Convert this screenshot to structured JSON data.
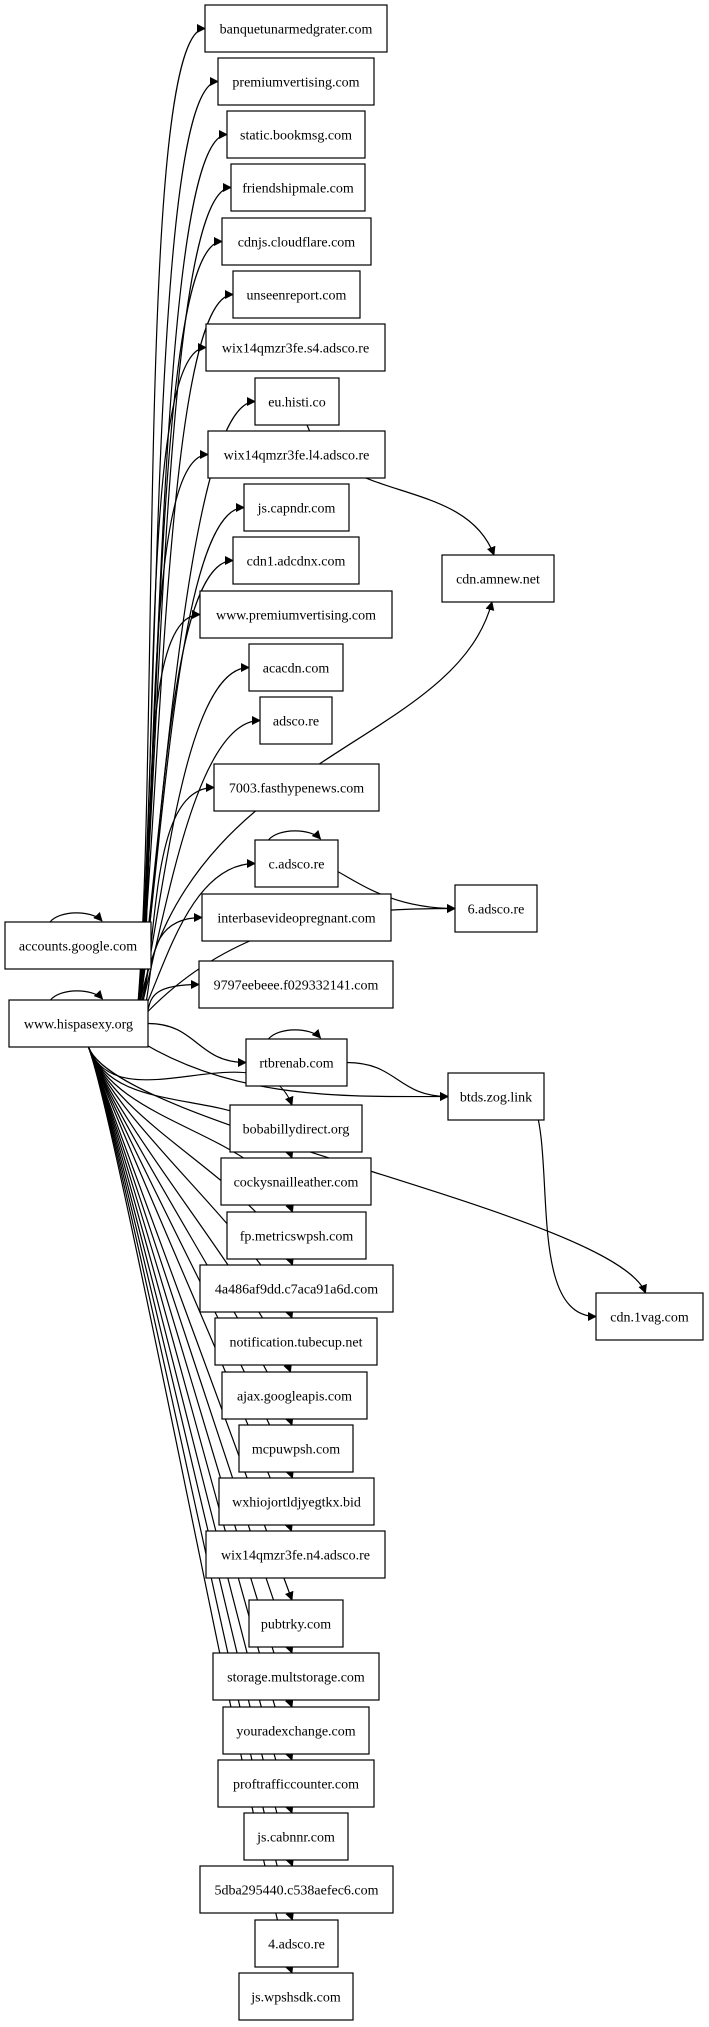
{
  "graph": {
    "nodes": [
      {
        "id": "banquetunarmedgrater",
        "label": "banquetunarmedgrater.com"
      },
      {
        "id": "premiumvertising",
        "label": "premiumvertising.com"
      },
      {
        "id": "static_bookmsg",
        "label": "static.bookmsg.com"
      },
      {
        "id": "friendshipmale",
        "label": "friendshipmale.com"
      },
      {
        "id": "cdnjs_cloudflare",
        "label": "cdnjs.cloudflare.com"
      },
      {
        "id": "unseenreport",
        "label": "unseenreport.com"
      },
      {
        "id": "wix_s4",
        "label": "wix14qmzr3fe.s4.adsco.re"
      },
      {
        "id": "eu_histi",
        "label": "eu.histi.co"
      },
      {
        "id": "wix_l4",
        "label": "wix14qmzr3fe.l4.adsco.re"
      },
      {
        "id": "js_capndr",
        "label": "js.capndr.com"
      },
      {
        "id": "cdn1_adcdnx",
        "label": "cdn1.adcdnx.com"
      },
      {
        "id": "www_premiumvertising",
        "label": "www.premiumvertising.com"
      },
      {
        "id": "acacdn",
        "label": "acacdn.com"
      },
      {
        "id": "adsco_re",
        "label": "adsco.re"
      },
      {
        "id": "fasthypenews",
        "label": "7003.fasthypenews.com"
      },
      {
        "id": "c_adsco",
        "label": "c.adsco.re"
      },
      {
        "id": "interbasevideopregnant",
        "label": "interbasevideopregnant.com"
      },
      {
        "id": "eebeee",
        "label": "9797eebeee.f029332141.com"
      },
      {
        "id": "accounts_google",
        "label": "accounts.google.com"
      },
      {
        "id": "www_hispasexy",
        "label": "www.hispasexy.org"
      },
      {
        "id": "rtbrenab",
        "label": "rtbrenab.com"
      },
      {
        "id": "bobabillydirect",
        "label": "bobabillydirect.org"
      },
      {
        "id": "cockysnailleather",
        "label": "cockysnailleather.com"
      },
      {
        "id": "fp_metricswpsh",
        "label": "fp.metricswpsh.com"
      },
      {
        "id": "a486af9dd",
        "label": "4a486af9dd.c7aca91a6d.com"
      },
      {
        "id": "notification_tubecup",
        "label": "notification.tubecup.net"
      },
      {
        "id": "ajax_googleapis",
        "label": "ajax.googleapis.com"
      },
      {
        "id": "mcpuwpsh",
        "label": "mcpuwpsh.com"
      },
      {
        "id": "wxhiojortldjyegtkx",
        "label": "wxhiojortldjyegtkx.bid"
      },
      {
        "id": "wix_n4",
        "label": "wix14qmzr3fe.n4.adsco.re"
      },
      {
        "id": "pubtrky",
        "label": "pubtrky.com"
      },
      {
        "id": "storage_multstorage",
        "label": "storage.multstorage.com"
      },
      {
        "id": "youradexchange",
        "label": "youradexchange.com"
      },
      {
        "id": "proftrafficcounter",
        "label": "proftrafficcounter.com"
      },
      {
        "id": "js_cabnnr",
        "label": "js.cabnnr.com"
      },
      {
        "id": "dba295440",
        "label": "5dba295440.c538aefec6.com"
      },
      {
        "id": "adsco_4",
        "label": "4.adsco.re"
      },
      {
        "id": "js_wpshsdk",
        "label": "js.wpshsdk.com"
      },
      {
        "id": "cdn_amnew",
        "label": "cdn.amnew.net"
      },
      {
        "id": "adsco_6",
        "label": "6.adsco.re"
      },
      {
        "id": "btds_zog",
        "label": "btds.zog.link"
      },
      {
        "id": "cdn_1vag",
        "label": "cdn.1vag.com"
      }
    ],
    "edges": [
      {
        "from": "www_hispasexy",
        "to": "banquetunarmedgrater"
      },
      {
        "from": "www_hispasexy",
        "to": "premiumvertising"
      },
      {
        "from": "www_hispasexy",
        "to": "static_bookmsg"
      },
      {
        "from": "www_hispasexy",
        "to": "friendshipmale"
      },
      {
        "from": "www_hispasexy",
        "to": "cdnjs_cloudflare"
      },
      {
        "from": "www_hispasexy",
        "to": "unseenreport"
      },
      {
        "from": "www_hispasexy",
        "to": "wix_s4"
      },
      {
        "from": "www_hispasexy",
        "to": "eu_histi"
      },
      {
        "from": "www_hispasexy",
        "to": "wix_l4"
      },
      {
        "from": "www_hispasexy",
        "to": "js_capndr"
      },
      {
        "from": "www_hispasexy",
        "to": "cdn1_adcdnx"
      },
      {
        "from": "www_hispasexy",
        "to": "www_premiumvertising"
      },
      {
        "from": "www_hispasexy",
        "to": "acacdn"
      },
      {
        "from": "www_hispasexy",
        "to": "adsco_re"
      },
      {
        "from": "www_hispasexy",
        "to": "cdn_amnew"
      },
      {
        "from": "www_hispasexy",
        "to": "fasthypenews"
      },
      {
        "from": "www_hispasexy",
        "to": "c_adsco"
      },
      {
        "from": "www_hispasexy",
        "to": "interbasevideopregnant"
      },
      {
        "from": "www_hispasexy",
        "to": "adsco_6"
      },
      {
        "from": "www_hispasexy",
        "to": "eebeee"
      },
      {
        "from": "www_hispasexy",
        "to": "www_hispasexy"
      },
      {
        "from": "www_hispasexy",
        "to": "rtbrenab"
      },
      {
        "from": "www_hispasexy",
        "to": "btds_zog"
      },
      {
        "from": "www_hispasexy",
        "to": "bobabillydirect"
      },
      {
        "from": "www_hispasexy",
        "to": "cockysnailleather"
      },
      {
        "from": "www_hispasexy",
        "to": "fp_metricswpsh"
      },
      {
        "from": "www_hispasexy",
        "to": "a486af9dd"
      },
      {
        "from": "www_hispasexy",
        "to": "notification_tubecup"
      },
      {
        "from": "www_hispasexy",
        "to": "ajax_googleapis"
      },
      {
        "from": "www_hispasexy",
        "to": "mcpuwpsh"
      },
      {
        "from": "www_hispasexy",
        "to": "wxhiojortldjyegtkx"
      },
      {
        "from": "www_hispasexy",
        "to": "cdn_1vag"
      },
      {
        "from": "www_hispasexy",
        "to": "wix_n4"
      },
      {
        "from": "www_hispasexy",
        "to": "pubtrky"
      },
      {
        "from": "www_hispasexy",
        "to": "storage_multstorage"
      },
      {
        "from": "www_hispasexy",
        "to": "youradexchange"
      },
      {
        "from": "www_hispasexy",
        "to": "proftrafficcounter"
      },
      {
        "from": "www_hispasexy",
        "to": "js_cabnnr"
      },
      {
        "from": "www_hispasexy",
        "to": "dba295440"
      },
      {
        "from": "www_hispasexy",
        "to": "adsco_4"
      },
      {
        "from": "www_hispasexy",
        "to": "js_wpshsdk"
      },
      {
        "from": "accounts_google",
        "to": "accounts_google"
      },
      {
        "from": "eu_histi",
        "to": "cdn_amnew"
      },
      {
        "from": "c_adsco",
        "to": "c_adsco"
      },
      {
        "from": "c_adsco",
        "to": "adsco_6"
      },
      {
        "from": "rtbrenab",
        "to": "rtbrenab"
      },
      {
        "from": "rtbrenab",
        "to": "btds_zog"
      },
      {
        "from": "btds_zog",
        "to": "cdn_1vag"
      }
    ]
  }
}
